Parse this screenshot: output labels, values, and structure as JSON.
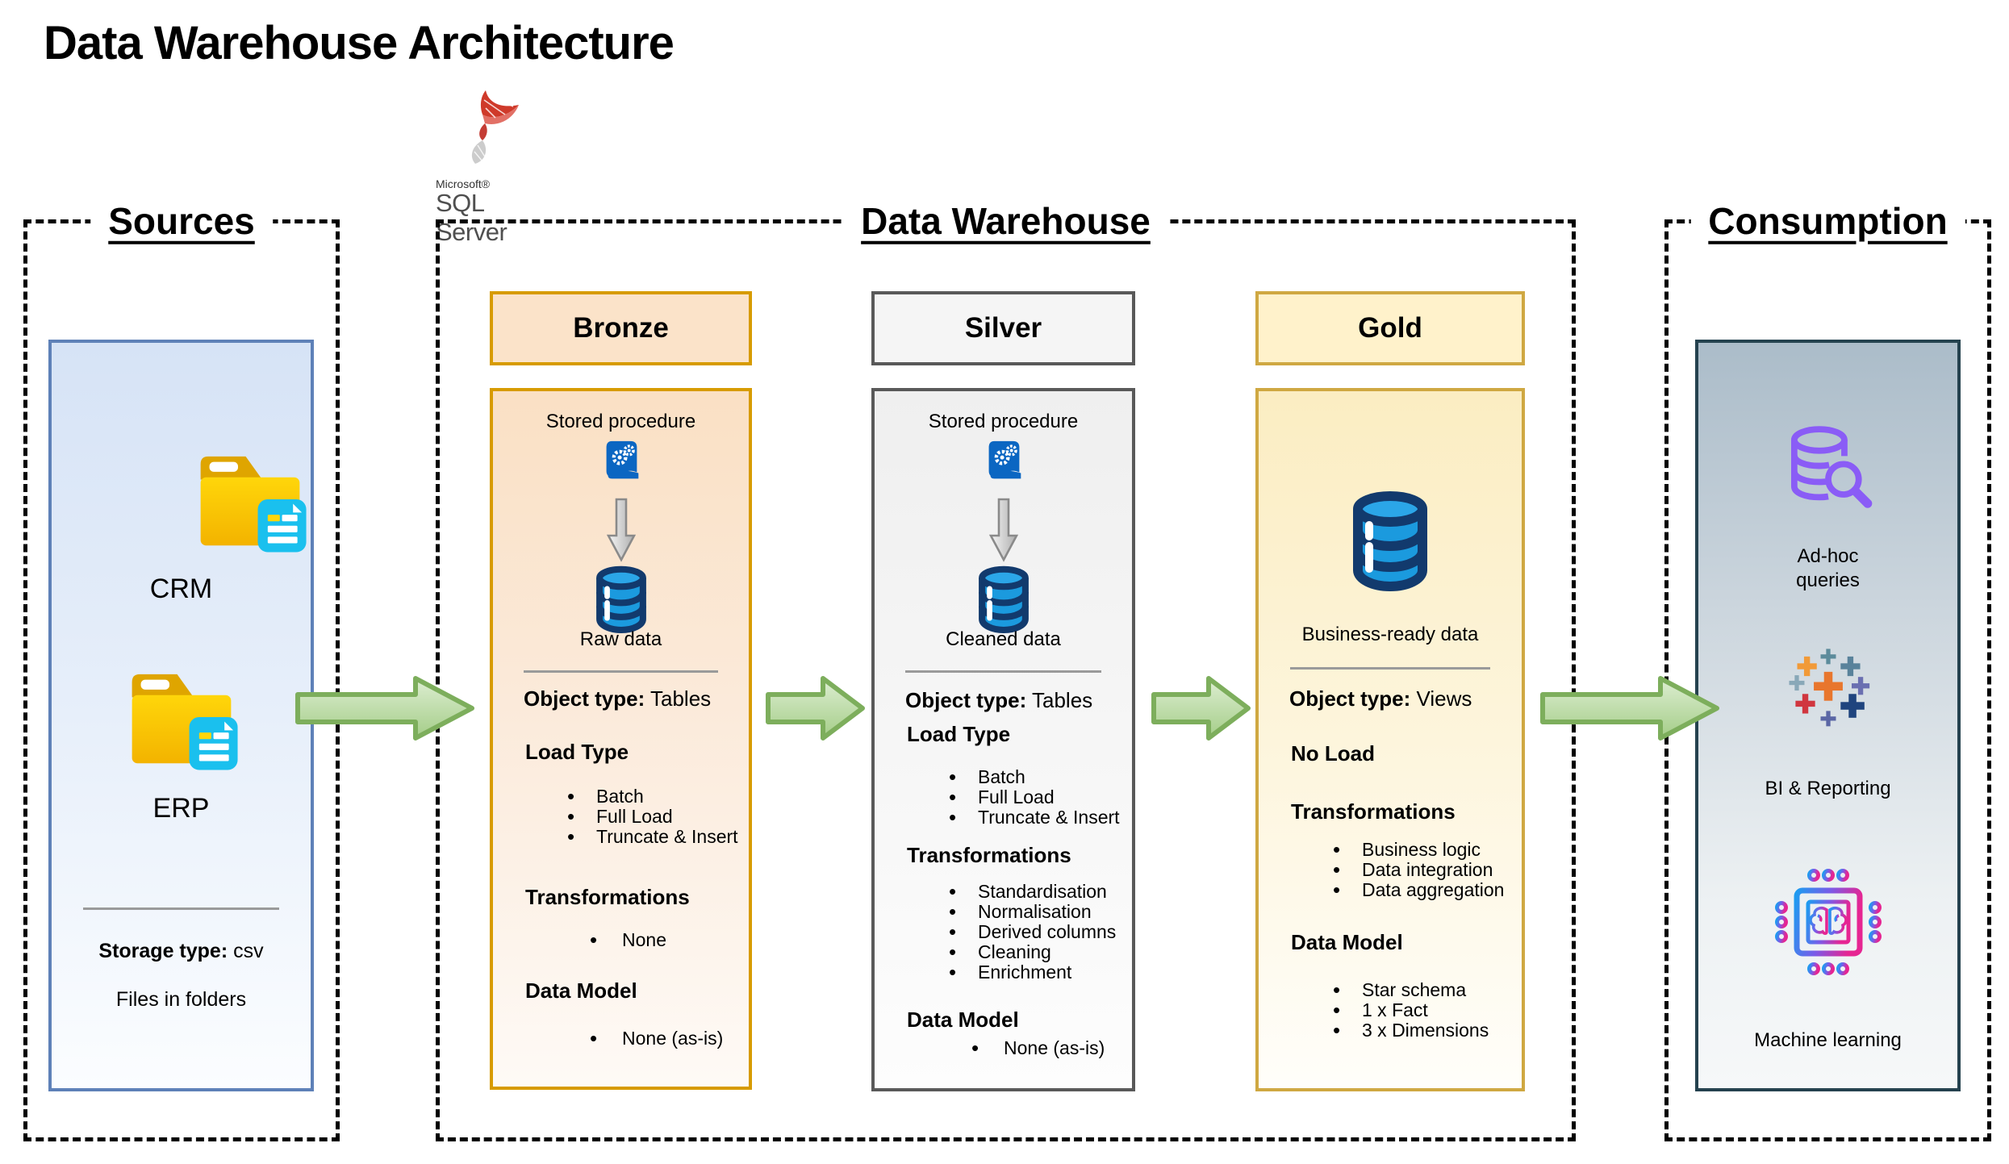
{
  "title": "Data Warehouse Architecture",
  "sql_logo": {
    "brand": "Microsoft®",
    "product": "SQL Server"
  },
  "sources": {
    "label": "Sources",
    "crm_label": "CRM",
    "erp_label": "ERP",
    "storage_label": "Storage type:",
    "storage_value": "csv",
    "storage_note": "Files in folders"
  },
  "warehouse": {
    "label": "Data Warehouse",
    "bronze": {
      "header": "Bronze",
      "proc_label": "Stored procedure",
      "db_label": "Raw data",
      "object_type_label": "Object type:",
      "object_type_value": "Tables",
      "load_type_label": "Load Type",
      "load_types": [
        "Batch",
        "Full Load",
        "Truncate & Insert"
      ],
      "transformations_label": "Transformations",
      "transformations": [
        "None"
      ],
      "data_model_label": "Data Model",
      "data_model": [
        "None (as-is)"
      ]
    },
    "silver": {
      "header": "Silver",
      "proc_label": "Stored procedure",
      "db_label": "Cleaned data",
      "object_type_label": "Object type:",
      "object_type_value": "Tables",
      "load_type_label": "Load Type",
      "load_types": [
        "Batch",
        "Full Load",
        "Truncate & Insert"
      ],
      "transformations_label": "Transformations",
      "transformations": [
        "Standardisation",
        "Normalisation",
        "Derived columns",
        "Cleaning",
        "Enrichment"
      ],
      "data_model_label": "Data Model",
      "data_model": [
        "None (as-is)"
      ]
    },
    "gold": {
      "header": "Gold",
      "db_label": "Business-ready data",
      "object_type_label": "Object type:",
      "object_type_value": "Views",
      "no_load_label": "No Load",
      "transformations_label": "Transformations",
      "transformations": [
        "Business logic",
        "Data integration",
        "Data aggregation"
      ],
      "data_model_label": "Data Model",
      "data_model": [
        "Star schema",
        "1 x Fact",
        "3 x Dimensions"
      ]
    }
  },
  "consumption": {
    "label": "Consumption",
    "adhoc_label": "Ad-hoc queries",
    "bi_label": "BI & Reporting",
    "ml_label": "Machine learning"
  },
  "colors": {
    "bronze_border": "#d79b00",
    "silver_border": "#595959",
    "gold_border": "#cfa842",
    "sources_border": "#5e81b8",
    "consumption_border": "#25424f",
    "flow_arrow_fill": "#b8d8a2",
    "flow_arrow_stroke": "#7dae5c",
    "database_icon_blue": "#1b9ade",
    "database_icon_outline": "#123a6d",
    "stored_procedure_blue": "#0b66c2",
    "folder_yellow": "#ffd20a",
    "document_cyan": "#1ac0ee",
    "adhoc_purple": "#8a5cf6"
  }
}
